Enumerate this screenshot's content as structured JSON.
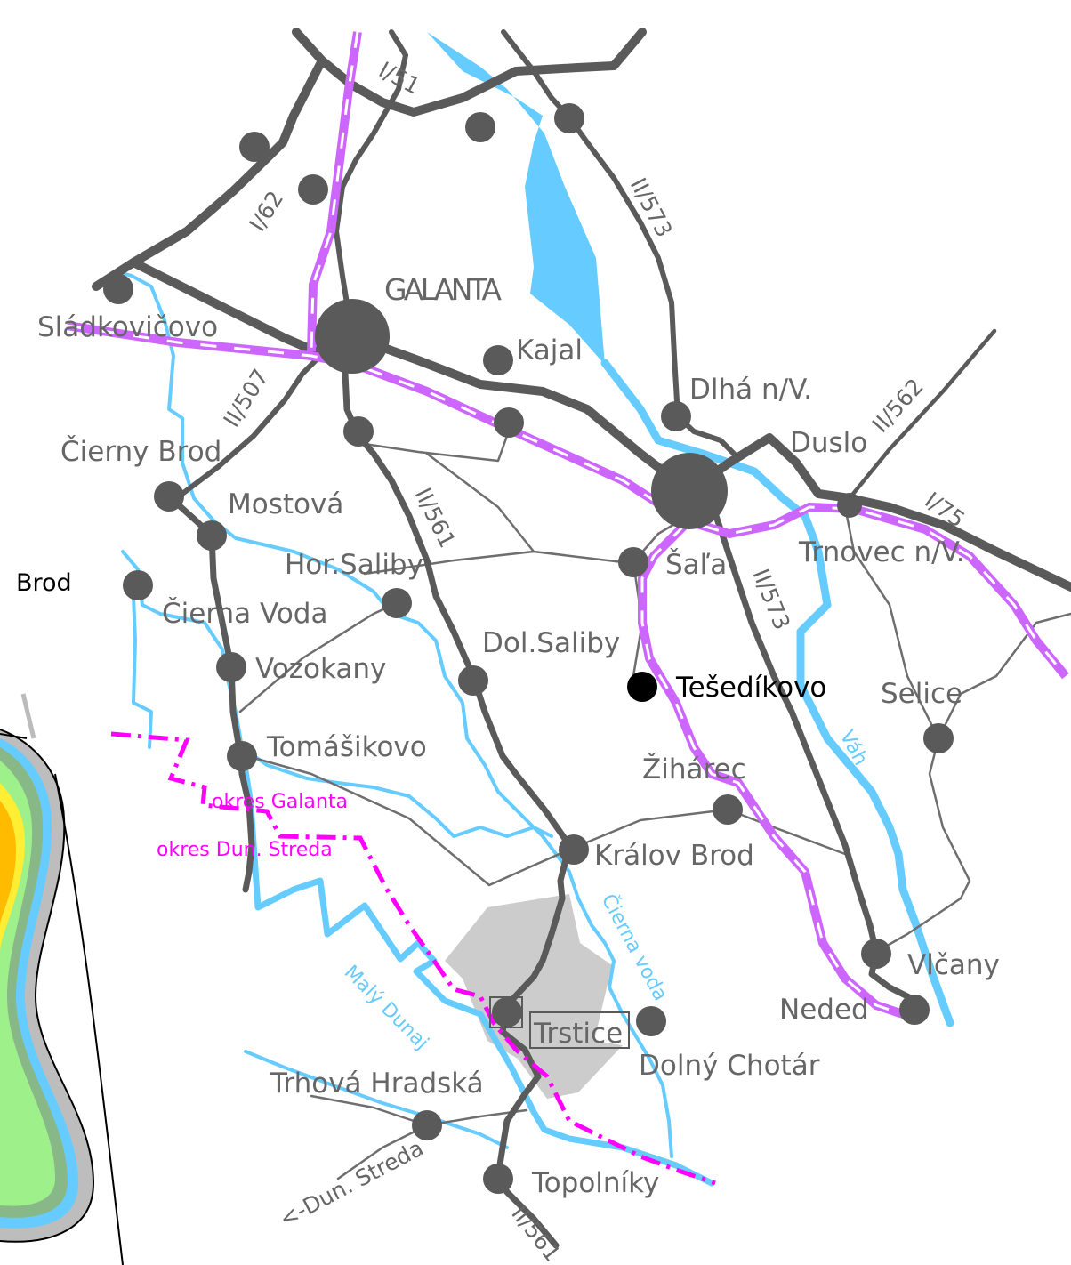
{
  "colors": {
    "road_main": "#5a5a5a",
    "road_minor": "#6e6e6e",
    "railway": "#cc66ff",
    "water": "#66ccff",
    "district_border": "#ff00ff",
    "built_up": "#cccccc",
    "town_dot": "#5a5a5a",
    "highlight_dot": "#000000"
  },
  "places": {
    "galanta": "GALANTA",
    "sladkovicovo": "Sládkovičovo",
    "kajal": "Kajal",
    "dlha": "Dlhá  n/V.",
    "duslo": "Duslo",
    "cierny_brod": "Čierny  Brod",
    "mostova": "Mostová",
    "hor_saliby": "Hor.Saliby",
    "sala": "Šaľa",
    "trnovec": "Trnovec  n/V.",
    "brod_edge": "Brod",
    "cierna_voda": "Čierna  Voda",
    "dol_saliby": "Dol.Saliby",
    "vozokany": "Vozokany",
    "tesedikovo": "Tešedíkovo",
    "selice": "Selice",
    "tomasikovo": "Tomášikovo",
    "ziharec": "Žihárec",
    "kralov_brod": "Králov  Brod",
    "vlcany": "Vlčany",
    "neded": "Neded",
    "trstice": "Trstice",
    "dolny_chotar": "Dolný  Chotár",
    "trhova_hradska": "Trhová  Hradská",
    "topolniky": "Topolníky"
  },
  "roads": {
    "i51": "I/51",
    "i62": "I/62",
    "ii573_north": "II/573",
    "ii507": "II/507",
    "ii562": "II/562",
    "i75": "I/75",
    "ii561_mid": "II/561",
    "ii573_south": "II/573",
    "ii561_south": "II/561",
    "dun_streda": "<-Dun. Streda"
  },
  "rivers": {
    "vah": "Váh",
    "maly_dunaj": "Malý  Dunaj",
    "cierna_voda": "Čierna  voda"
  },
  "districts": {
    "galanta": "okres  Galanta",
    "dun_streda": "okres  Dun. Streda"
  }
}
